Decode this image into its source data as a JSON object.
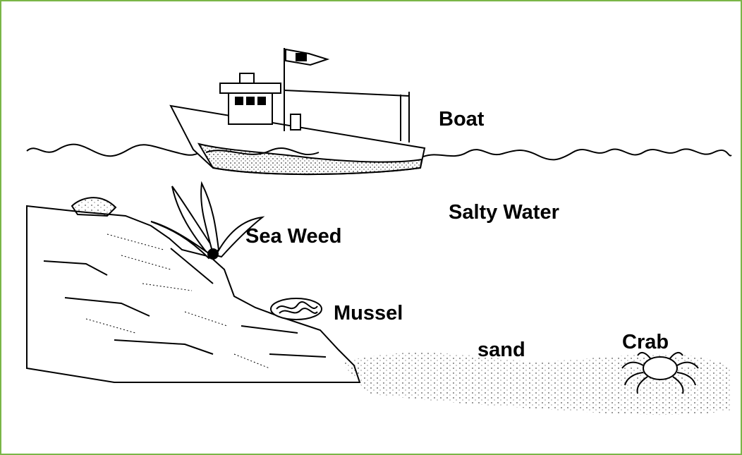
{
  "labels": {
    "boat": "Boat",
    "salty_water": "Salty Water",
    "sea_weed": "Sea Weed",
    "mussel": "Mussel",
    "sand": "sand",
    "crab": "Crab"
  },
  "colors": {
    "border": "#7ab648",
    "ink": "#000000",
    "background": "#ffffff"
  }
}
